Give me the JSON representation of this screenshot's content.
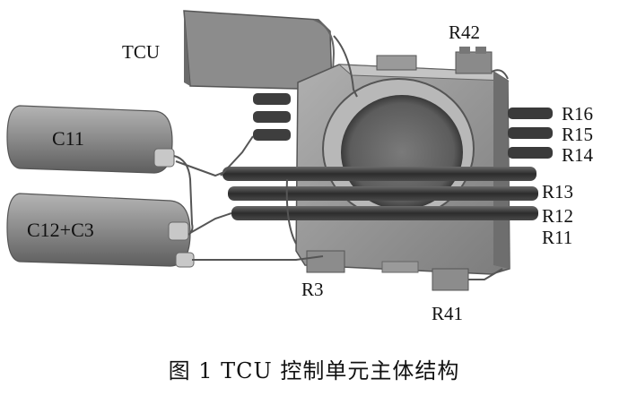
{
  "labels": {
    "tcu": "TCU",
    "r42": "R42",
    "c11": "C11",
    "c12c3": "C12+C3",
    "r16": "R16",
    "r15": "R15",
    "r14": "R14",
    "r13": "R13",
    "r12": "R12",
    "r11": "R11",
    "r3": "R3",
    "r41": "R41"
  },
  "caption": "图 1 TCU 控制单元主体结构",
  "colors": {
    "body": "#9a9a9a",
    "rod": "#3c3c3c",
    "tank": "#8a8a8a",
    "wire": "#555555"
  }
}
